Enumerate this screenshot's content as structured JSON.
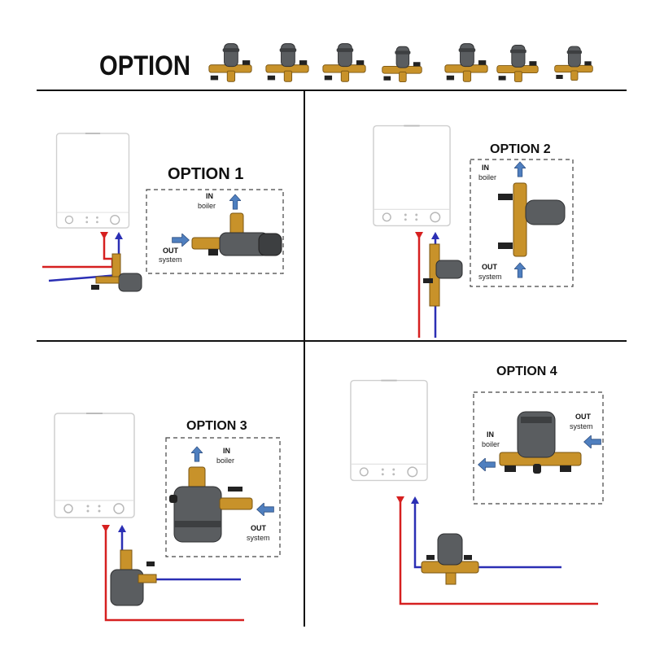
{
  "header": {
    "title": "OPTION"
  },
  "options": [
    {
      "title": "OPTION 1",
      "in_label": "IN",
      "in_sub": "boiler",
      "out_label": "OUT",
      "out_sub": "system"
    },
    {
      "title": "OPTION 2",
      "in_label": "IN",
      "in_sub": "boiler",
      "out_label": "OUT",
      "out_sub": "system"
    },
    {
      "title": "OPTION 3",
      "in_label": "IN",
      "in_sub": "boiler",
      "out_label": "OUT",
      "out_sub": "system"
    },
    {
      "title": "OPTION 4",
      "in_label": "IN",
      "in_sub": "boiler",
      "out_label": "OUT",
      "out_sub": "system"
    }
  ],
  "colors": {
    "hot_pipe": "#d62020",
    "cold_pipe": "#2b2fb4",
    "brass": "#c8922a",
    "filter_body": "#5a5d60",
    "arrow": "#4f7fbf",
    "divider": "#111111",
    "dashed_box": "#444444",
    "boiler_outline": "#cfcfcf"
  },
  "icons": [
    "boiler-icon",
    "filter-icon",
    "flow-arrow-icon",
    "valve-handle-icon"
  ]
}
